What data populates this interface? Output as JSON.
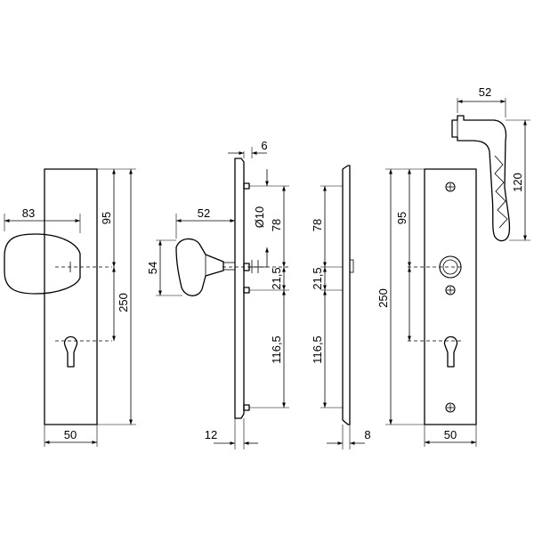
{
  "diagram": {
    "view_front_left": {
      "width_label": "50",
      "height_label": "250",
      "upper_label": "95",
      "knob_label": "83"
    },
    "view_side_middle": {
      "width_label": "52",
      "height_label": "54",
      "bolt_label": "6",
      "diameter_label": "Ø10",
      "top_label": "78",
      "center_label": "21,5",
      "lower_label": "116,5",
      "thickness_label": "12"
    },
    "view_side_plate": {
      "top_label": "78",
      "center_label": "21,5",
      "lower_label": "116,5",
      "thickness_label": "8"
    },
    "view_front_right": {
      "height_label": "250",
      "upper_label": "95",
      "width_label": "50"
    },
    "lever_detail": {
      "width_label": "52",
      "height_label": "120"
    }
  }
}
